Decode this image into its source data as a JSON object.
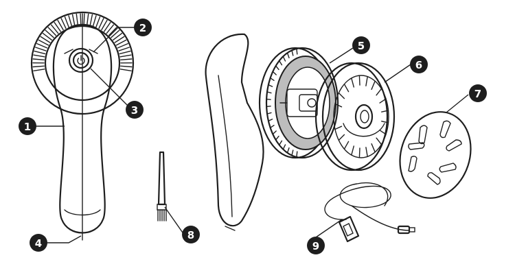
{
  "callouts": [
    "1",
    "2",
    "3",
    "4",
    "5",
    "6",
    "7",
    "8",
    "9"
  ],
  "colors": {
    "line": "#1e1e1e",
    "callout_fill": "#1e1e1e",
    "callout_text": "#ffffff",
    "filter_band": "#bdbdbd",
    "background": "#ffffff"
  },
  "icons": {
    "power": "power-symbol-icon"
  }
}
